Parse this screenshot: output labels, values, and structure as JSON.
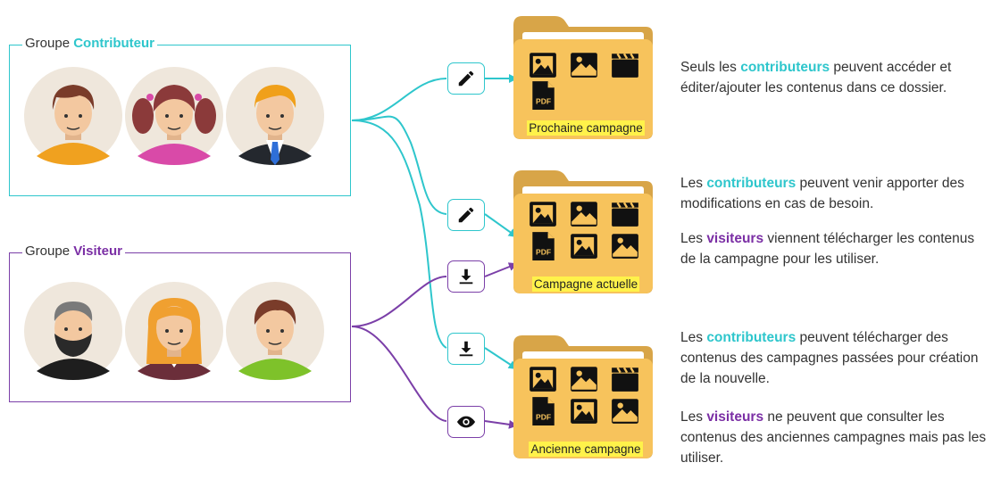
{
  "groups": {
    "contributeur": {
      "prefix": "Groupe ",
      "name": "Contributeur"
    },
    "visiteur": {
      "prefix": "Groupe ",
      "name": "Visiteur"
    }
  },
  "folders": [
    {
      "label": "Prochaine campagne"
    },
    {
      "label": "Campagne actuelle"
    },
    {
      "label": "Ancienne campagne"
    }
  ],
  "descriptions": {
    "d1": {
      "pre": "Seuls les ",
      "keyword": "contributeurs",
      "post": " peuvent accéder et éditer/ajouter les contenus dans ce dossier."
    },
    "d2": {
      "pre": "Les ",
      "keyword": "contributeurs",
      "post": " peuvent venir apporter des modifications en cas de besoin."
    },
    "d3": {
      "pre": "Les ",
      "keyword": "visiteurs",
      "post": " viennent télécharger les contenus de la campagne pour les utiliser."
    },
    "d4": {
      "pre": "Les ",
      "keyword": "contributeurs",
      "post": " peuvent télécharger des contenus des campagnes passées pour création de la nouvelle."
    },
    "d5": {
      "pre": "Les ",
      "keyword": "visiteurs",
      "post": " ne peuvent que consulter les contenus des anciennes campagnes mais pas les utiliser."
    }
  },
  "file_icon_label": "PDF",
  "colors": {
    "contributeur": "#2ec6cc",
    "visiteur": "#7b2fa5",
    "folder": "#f7c35c",
    "label_highlight": "#fff24a"
  },
  "icons": [
    "pencil-icon",
    "download-icon",
    "eye-icon",
    "image-icon",
    "clapperboard-icon",
    "pdf-file-icon"
  ]
}
